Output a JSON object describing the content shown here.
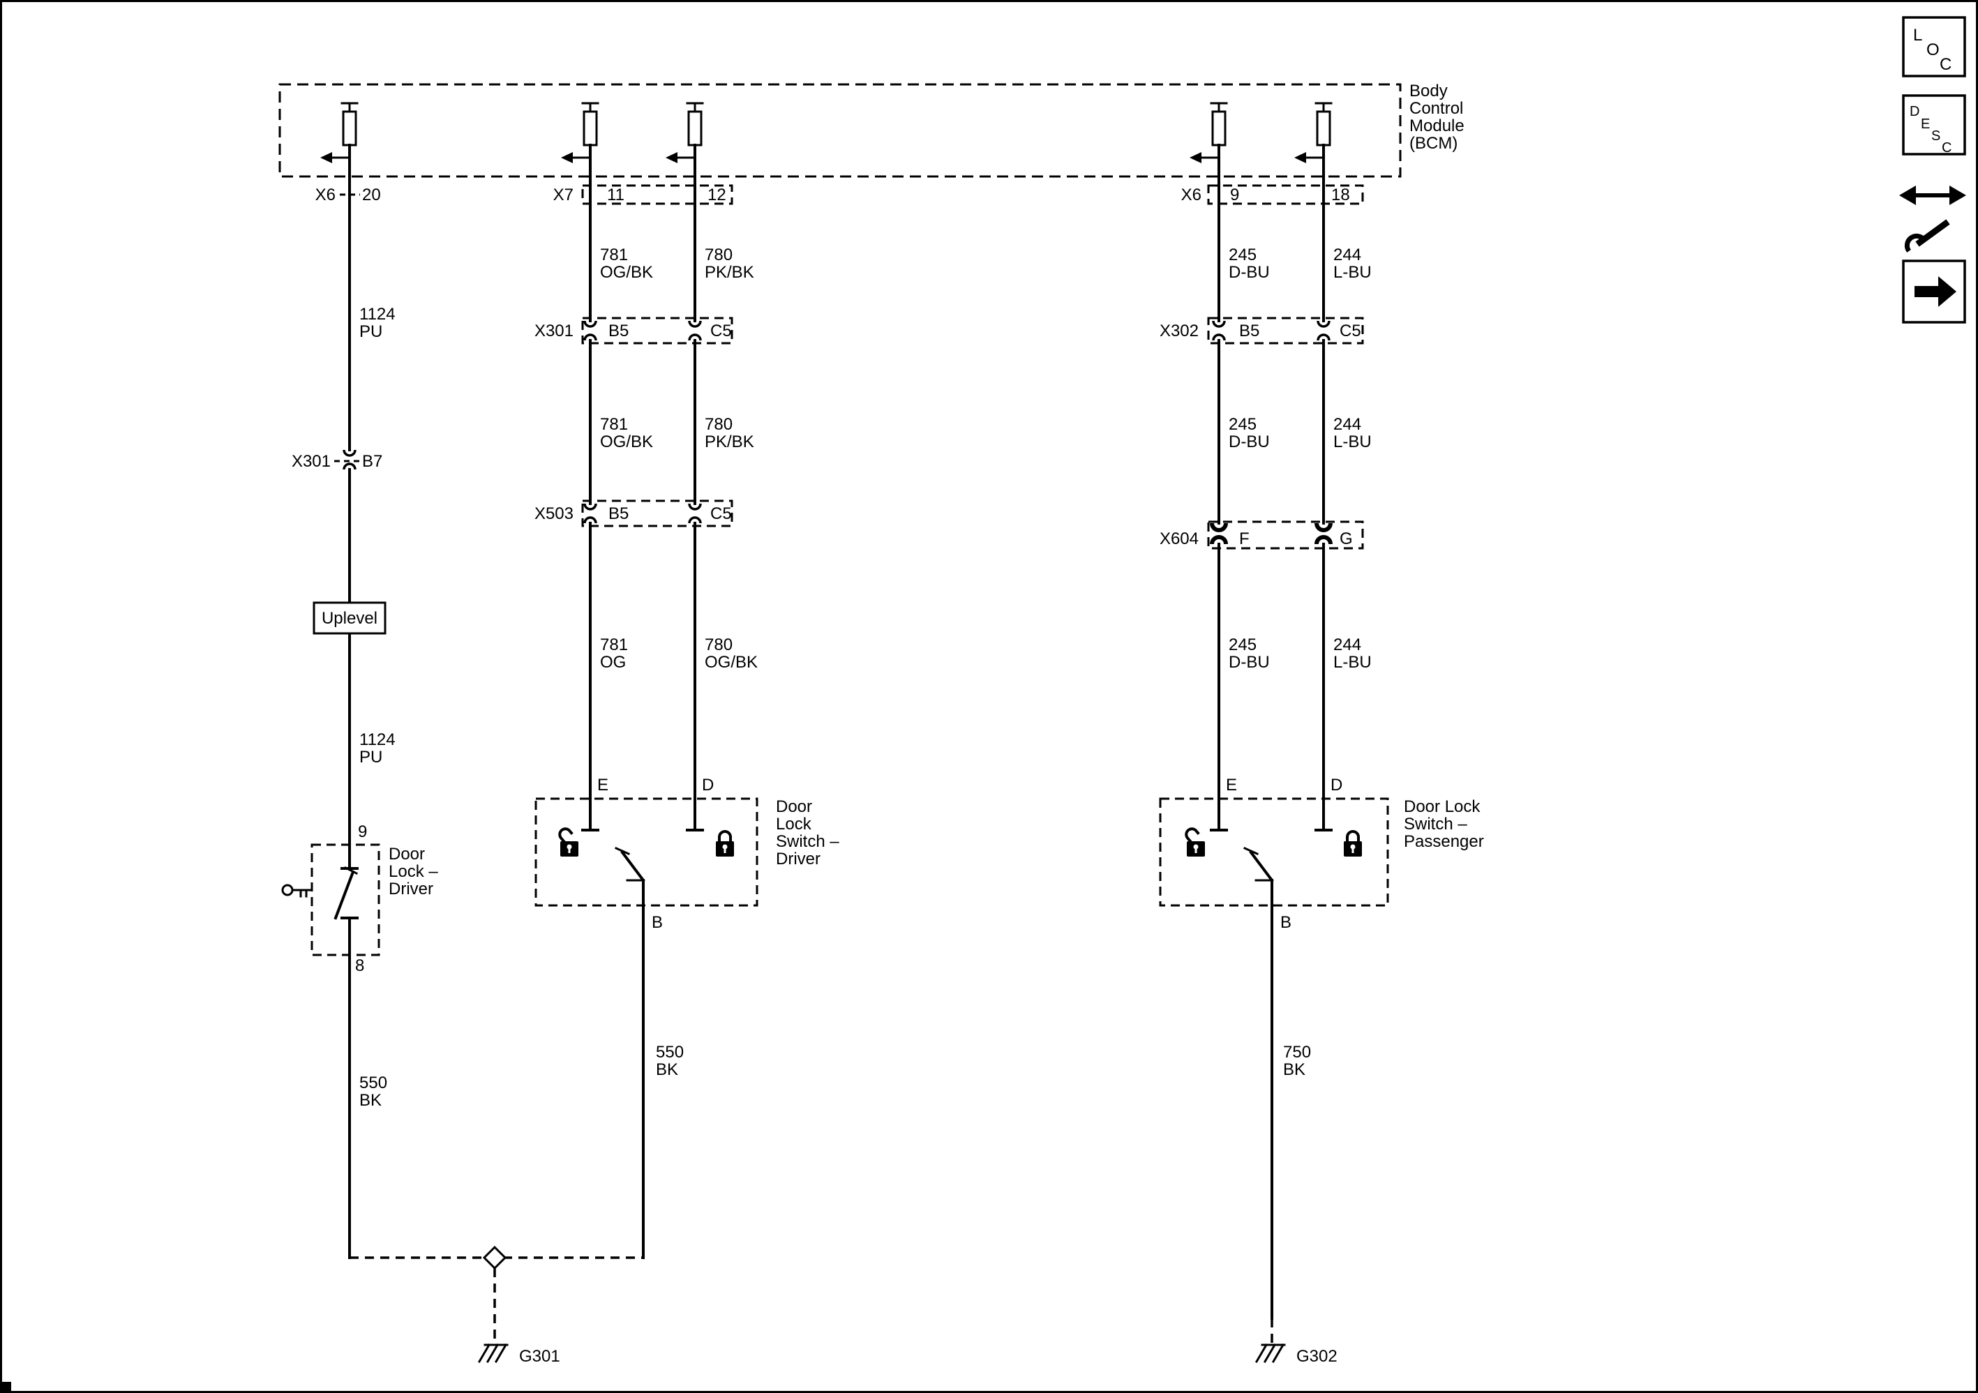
{
  "bcm": {
    "label": [
      "Body",
      "Control",
      "Module",
      "(BCM)"
    ]
  },
  "top_connectors": {
    "left": {
      "conn": "X6",
      "pin": "20"
    },
    "mid": {
      "conn": "X7",
      "pin_a": "11",
      "pin_b": "12"
    },
    "right": {
      "conn": "X6",
      "pin_a": "9",
      "pin_b": "18"
    }
  },
  "inline_connectors": {
    "x301_b7": {
      "conn": "X301",
      "pin": "B7"
    },
    "x301": {
      "conn": "X301",
      "pin_a": "B5",
      "pin_b": "C5"
    },
    "x503": {
      "conn": "X503",
      "pin_a": "B5",
      "pin_b": "C5"
    },
    "x302": {
      "conn": "X302",
      "pin_a": "B5",
      "pin_b": "C5"
    },
    "x604": {
      "conn": "X604",
      "pin_a": "F",
      "pin_b": "G"
    }
  },
  "wires": {
    "w1_a": [
      "1124",
      "PU"
    ],
    "w1_b": [
      "1124",
      "PU"
    ],
    "w1_g": [
      "550",
      "BK"
    ],
    "w2_a": [
      "781",
      "OG/BK"
    ],
    "w2_b": [
      "781",
      "OG/BK"
    ],
    "w2_c": [
      "781",
      "OG"
    ],
    "w3_a": [
      "780",
      "PK/BK"
    ],
    "w3_b": [
      "780",
      "PK/BK"
    ],
    "w3_c": [
      "780",
      "OG/BK"
    ],
    "w4_a": [
      "245",
      "D-BU"
    ],
    "w4_b": [
      "245",
      "D-BU"
    ],
    "w4_c": [
      "245",
      "D-BU"
    ],
    "w5_a": [
      "244",
      "L-BU"
    ],
    "w5_b": [
      "244",
      "L-BU"
    ],
    "w5_c": [
      "244",
      "L-BU"
    ],
    "driver_b": [
      "550",
      "BK"
    ],
    "pass_b": [
      "750",
      "BK"
    ]
  },
  "uplevel": {
    "label": "Uplevel"
  },
  "driver_lock": {
    "label": [
      "Door",
      "Lock –",
      "Driver"
    ],
    "pin_top": "9",
    "pin_bottom": "8"
  },
  "driver_switch": {
    "label": [
      "Door",
      "Lock",
      "Switch –",
      "Driver"
    ],
    "pin_e": "E",
    "pin_d": "D",
    "pin_b": "B"
  },
  "passenger_switch": {
    "label": [
      "Door Lock",
      "Switch –",
      "Passenger"
    ],
    "pin_e": "E",
    "pin_d": "D",
    "pin_b": "B"
  },
  "grounds": {
    "g301": "G301",
    "g302": "G302"
  },
  "sidebar": {
    "loc": [
      "L",
      "O",
      "C"
    ],
    "desc": [
      "D",
      "E",
      "S",
      "C"
    ]
  }
}
